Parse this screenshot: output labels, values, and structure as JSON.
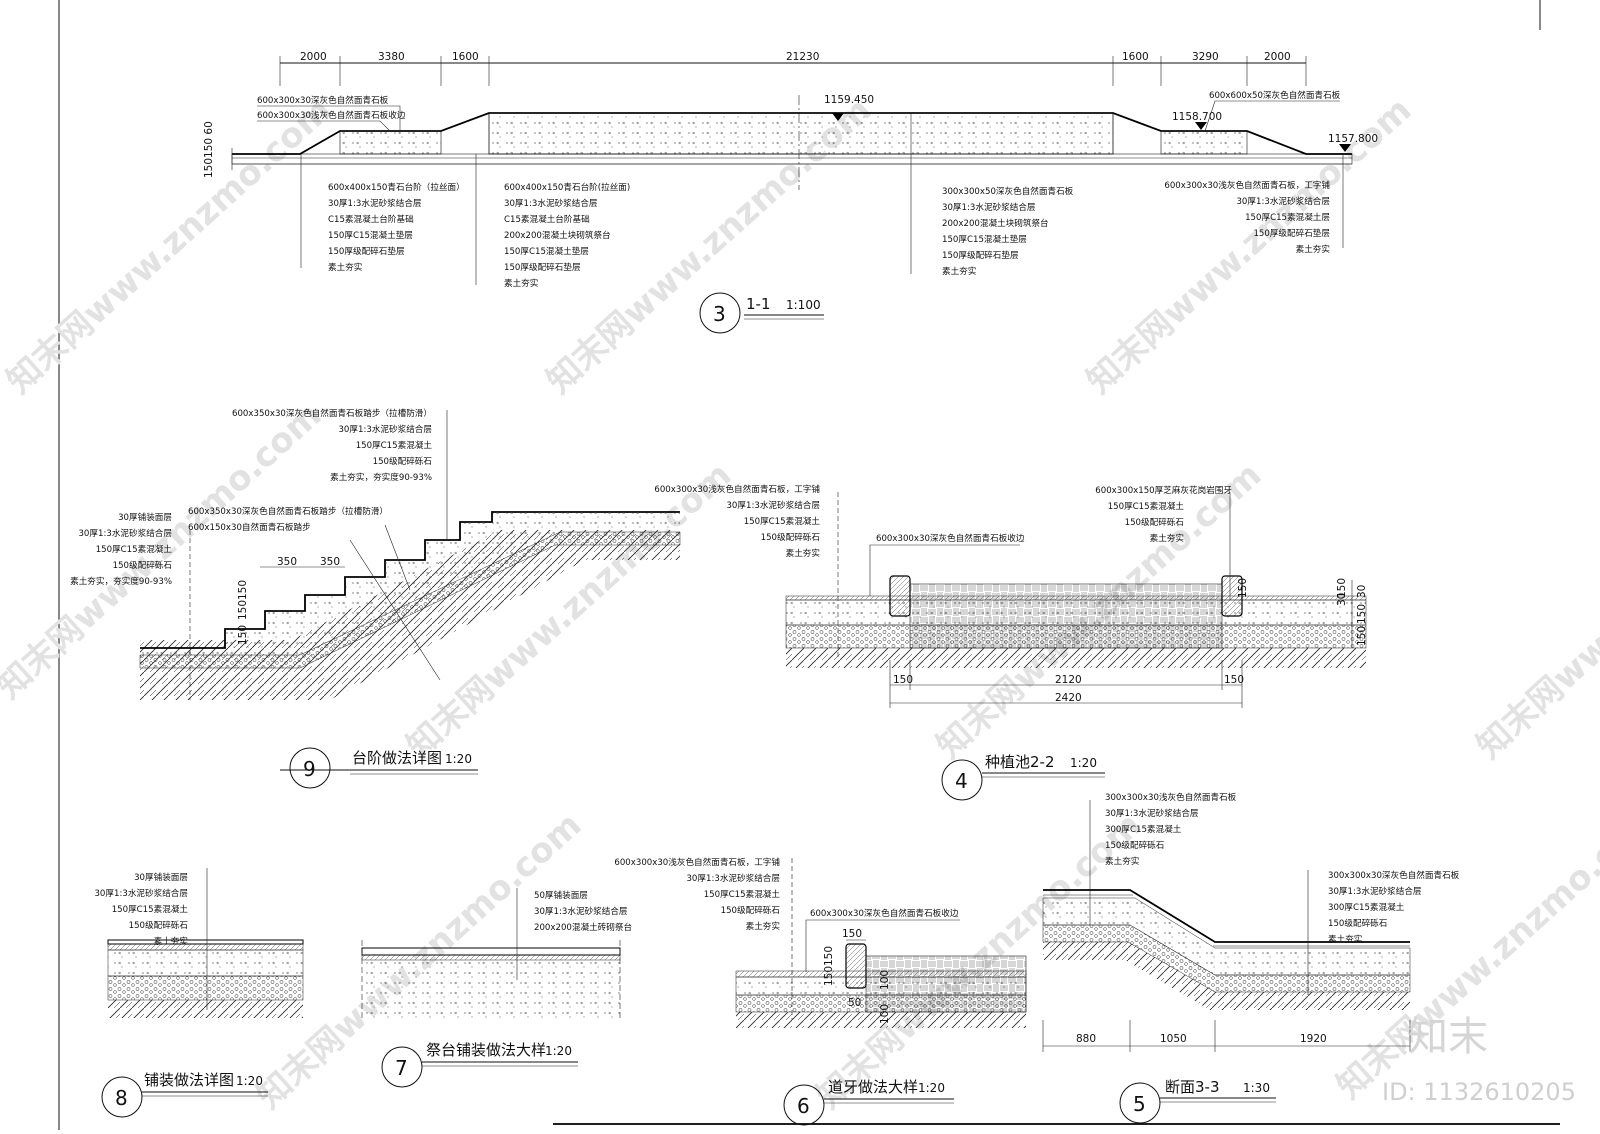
{
  "watermark": {
    "text": "知末网www.znzmo.com",
    "brand": "知末",
    "id_label": "ID: 1132610205"
  },
  "section_1_1": {
    "mark": "3",
    "title": "1-1",
    "scale": "1:100",
    "top_dims": [
      "2000",
      "3380",
      "1600",
      "21230",
      "1600",
      "3290",
      "2000"
    ],
    "side_dims": "150150 60",
    "elevations": [
      "1159.450",
      "1158.700",
      "1157.800"
    ],
    "top_labels": [
      "600x300x30深灰色自然面青石板",
      "600x300x30浅灰色自然面青石板收边",
      "600x600x50深灰色自然面青石板"
    ],
    "group_a": [
      "600x400x150青石台阶（拉丝面）",
      "30厚1:3水泥砂浆结合层",
      "C15素混凝土台阶基础",
      "150厚C15混凝土垫层",
      "150厚级配碎石垫层",
      "素土夯实"
    ],
    "group_b": [
      "600x400x150青石台阶(拉丝面)",
      "30厚1:3水泥砂浆结合层",
      "C15素混凝土台阶基础",
      "200x200混凝土块砌筑祭台",
      "150厚C15混凝土垫层",
      "150厚级配碎石垫层",
      "素土夯实"
    ],
    "group_c": [
      "300x300x50深灰色自然面青石板",
      "30厚1:3水泥砂浆结合层",
      "200x200混凝土块砌筑祭台",
      "150厚C15混凝土垫层",
      "150厚级配碎石垫层",
      "素土夯实"
    ],
    "group_d": [
      "600x300x30浅灰色自然面青石板，工字铺",
      "30厚1:3水泥砂浆结合层",
      "150厚C15素混凝土层",
      "150厚级配碎石垫层",
      "素土夯实"
    ]
  },
  "detail_9": {
    "mark": "9",
    "title": "台阶做法详图",
    "scale": "1:20",
    "top_labels": [
      "600x350x30深灰色自然面青石板踏步（拉槽防滑）",
      "30厚1:3水泥砂浆结合层",
      "150厚C15素混凝土",
      "150级配碎砾石",
      "素土夯实，夯实度90-93%"
    ],
    "left_labels": [
      "30厚铺装面层",
      "30厚1:3水泥砂浆结合层",
      "150厚C15素混凝土",
      "150级配碎砾石",
      "素土夯实，夯实度90-93%"
    ],
    "mid_labels": [
      "600x350x30深灰色自然面青石板踏步（拉槽防滑）",
      "600x150x30自然面青石板踏步"
    ],
    "dims": [
      "350",
      "350",
      "150",
      "150",
      "150"
    ]
  },
  "detail_4": {
    "mark": "4",
    "title": "种植池2-2",
    "scale": "1:20",
    "left_labels": [
      "600x300x30浅灰色自然面青石板，工字铺",
      "30厚1:3水泥砂浆结合层",
      "150厚C15素混凝土",
      "150级配碎砾石",
      "素土夯实"
    ],
    "edge_label": "600x300x30深灰色自然面青石板收边",
    "right_labels": [
      "600x300x150厚芝麻灰花岗岩围牙",
      "150厚C15素混凝土",
      "150级配碎砾石",
      "素土夯实"
    ],
    "dims": [
      "150",
      "2120",
      "150",
      "2420"
    ],
    "side_dims": [
      "150",
      "30",
      "30",
      "150",
      "150"
    ]
  },
  "detail_8": {
    "mark": "8",
    "title": "铺装做法详图",
    "scale": "1:20",
    "labels": [
      "30厚铺装面层",
      "30厚1:3水泥砂浆结合层",
      "150厚C15素混凝土",
      "150级配碎砾石",
      "素土夯实"
    ]
  },
  "detail_7": {
    "mark": "7",
    "title": "祭台铺装做法大样",
    "scale": "1:20",
    "labels": [
      "50厚铺装面层",
      "30厚1:3水泥砂浆结合层",
      "200x200混凝土砖砌祭台"
    ]
  },
  "detail_6": {
    "mark": "6",
    "title": "道牙做法大样",
    "scale": "1:20",
    "labels": [
      "600x300x30浅灰色自然面青石板，工字铺",
      "30厚1:3水泥砂浆结合层",
      "150厚C15素混凝土",
      "150级配碎砾石",
      "素土夯实"
    ],
    "edge_label": "600x300x30深灰色自然面青石板收边",
    "dims": [
      "150",
      "150",
      "150",
      "100",
      "50",
      "100"
    ]
  },
  "detail_5": {
    "mark": "5",
    "title": "断面3-3",
    "scale": "1:30",
    "top_labels": [
      "300x300x30浅灰色自然面青石板",
      "30厚1:3水泥砂浆结合层",
      "300厚C15素混凝土",
      "150级配碎砾石",
      "素土夯实"
    ],
    "right_labels": [
      "300x300x30深灰色自然面青石板",
      "30厚1:3水泥砂浆结合层",
      "300厚C15素混凝土",
      "150级配碎砾石",
      "素土夯实"
    ],
    "dims": [
      "880",
      "1050",
      "1920"
    ]
  }
}
